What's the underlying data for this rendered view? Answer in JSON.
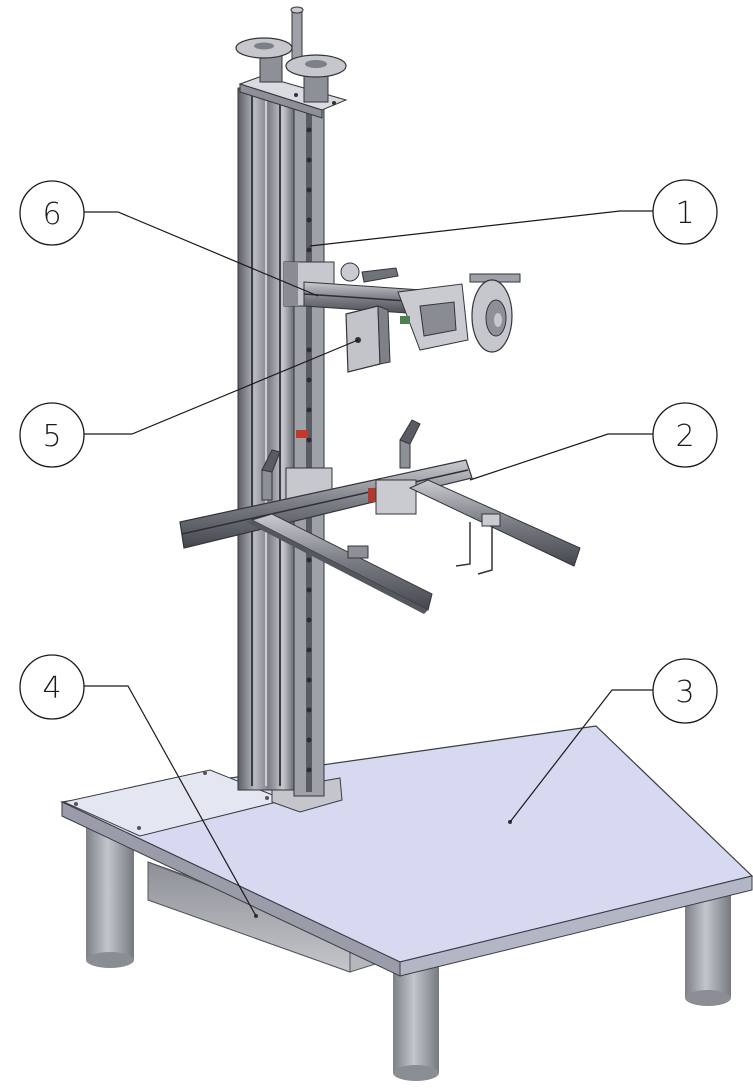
{
  "callouts": [
    {
      "id": "1",
      "label": "1"
    },
    {
      "id": "2",
      "label": "2"
    },
    {
      "id": "3",
      "label": "3"
    },
    {
      "id": "4",
      "label": "4"
    },
    {
      "id": "5",
      "label": "5"
    },
    {
      "id": "6",
      "label": "6"
    }
  ],
  "colors": {
    "aluminium": "#a9abb3",
    "aluminium_dark": "#4e5058",
    "aluminium_light": "#d8dade",
    "table_top": "#d6d9ef",
    "table_edge": "#9a9caa",
    "leg": "#9fa2a8",
    "leader": "#1a1a1a"
  }
}
